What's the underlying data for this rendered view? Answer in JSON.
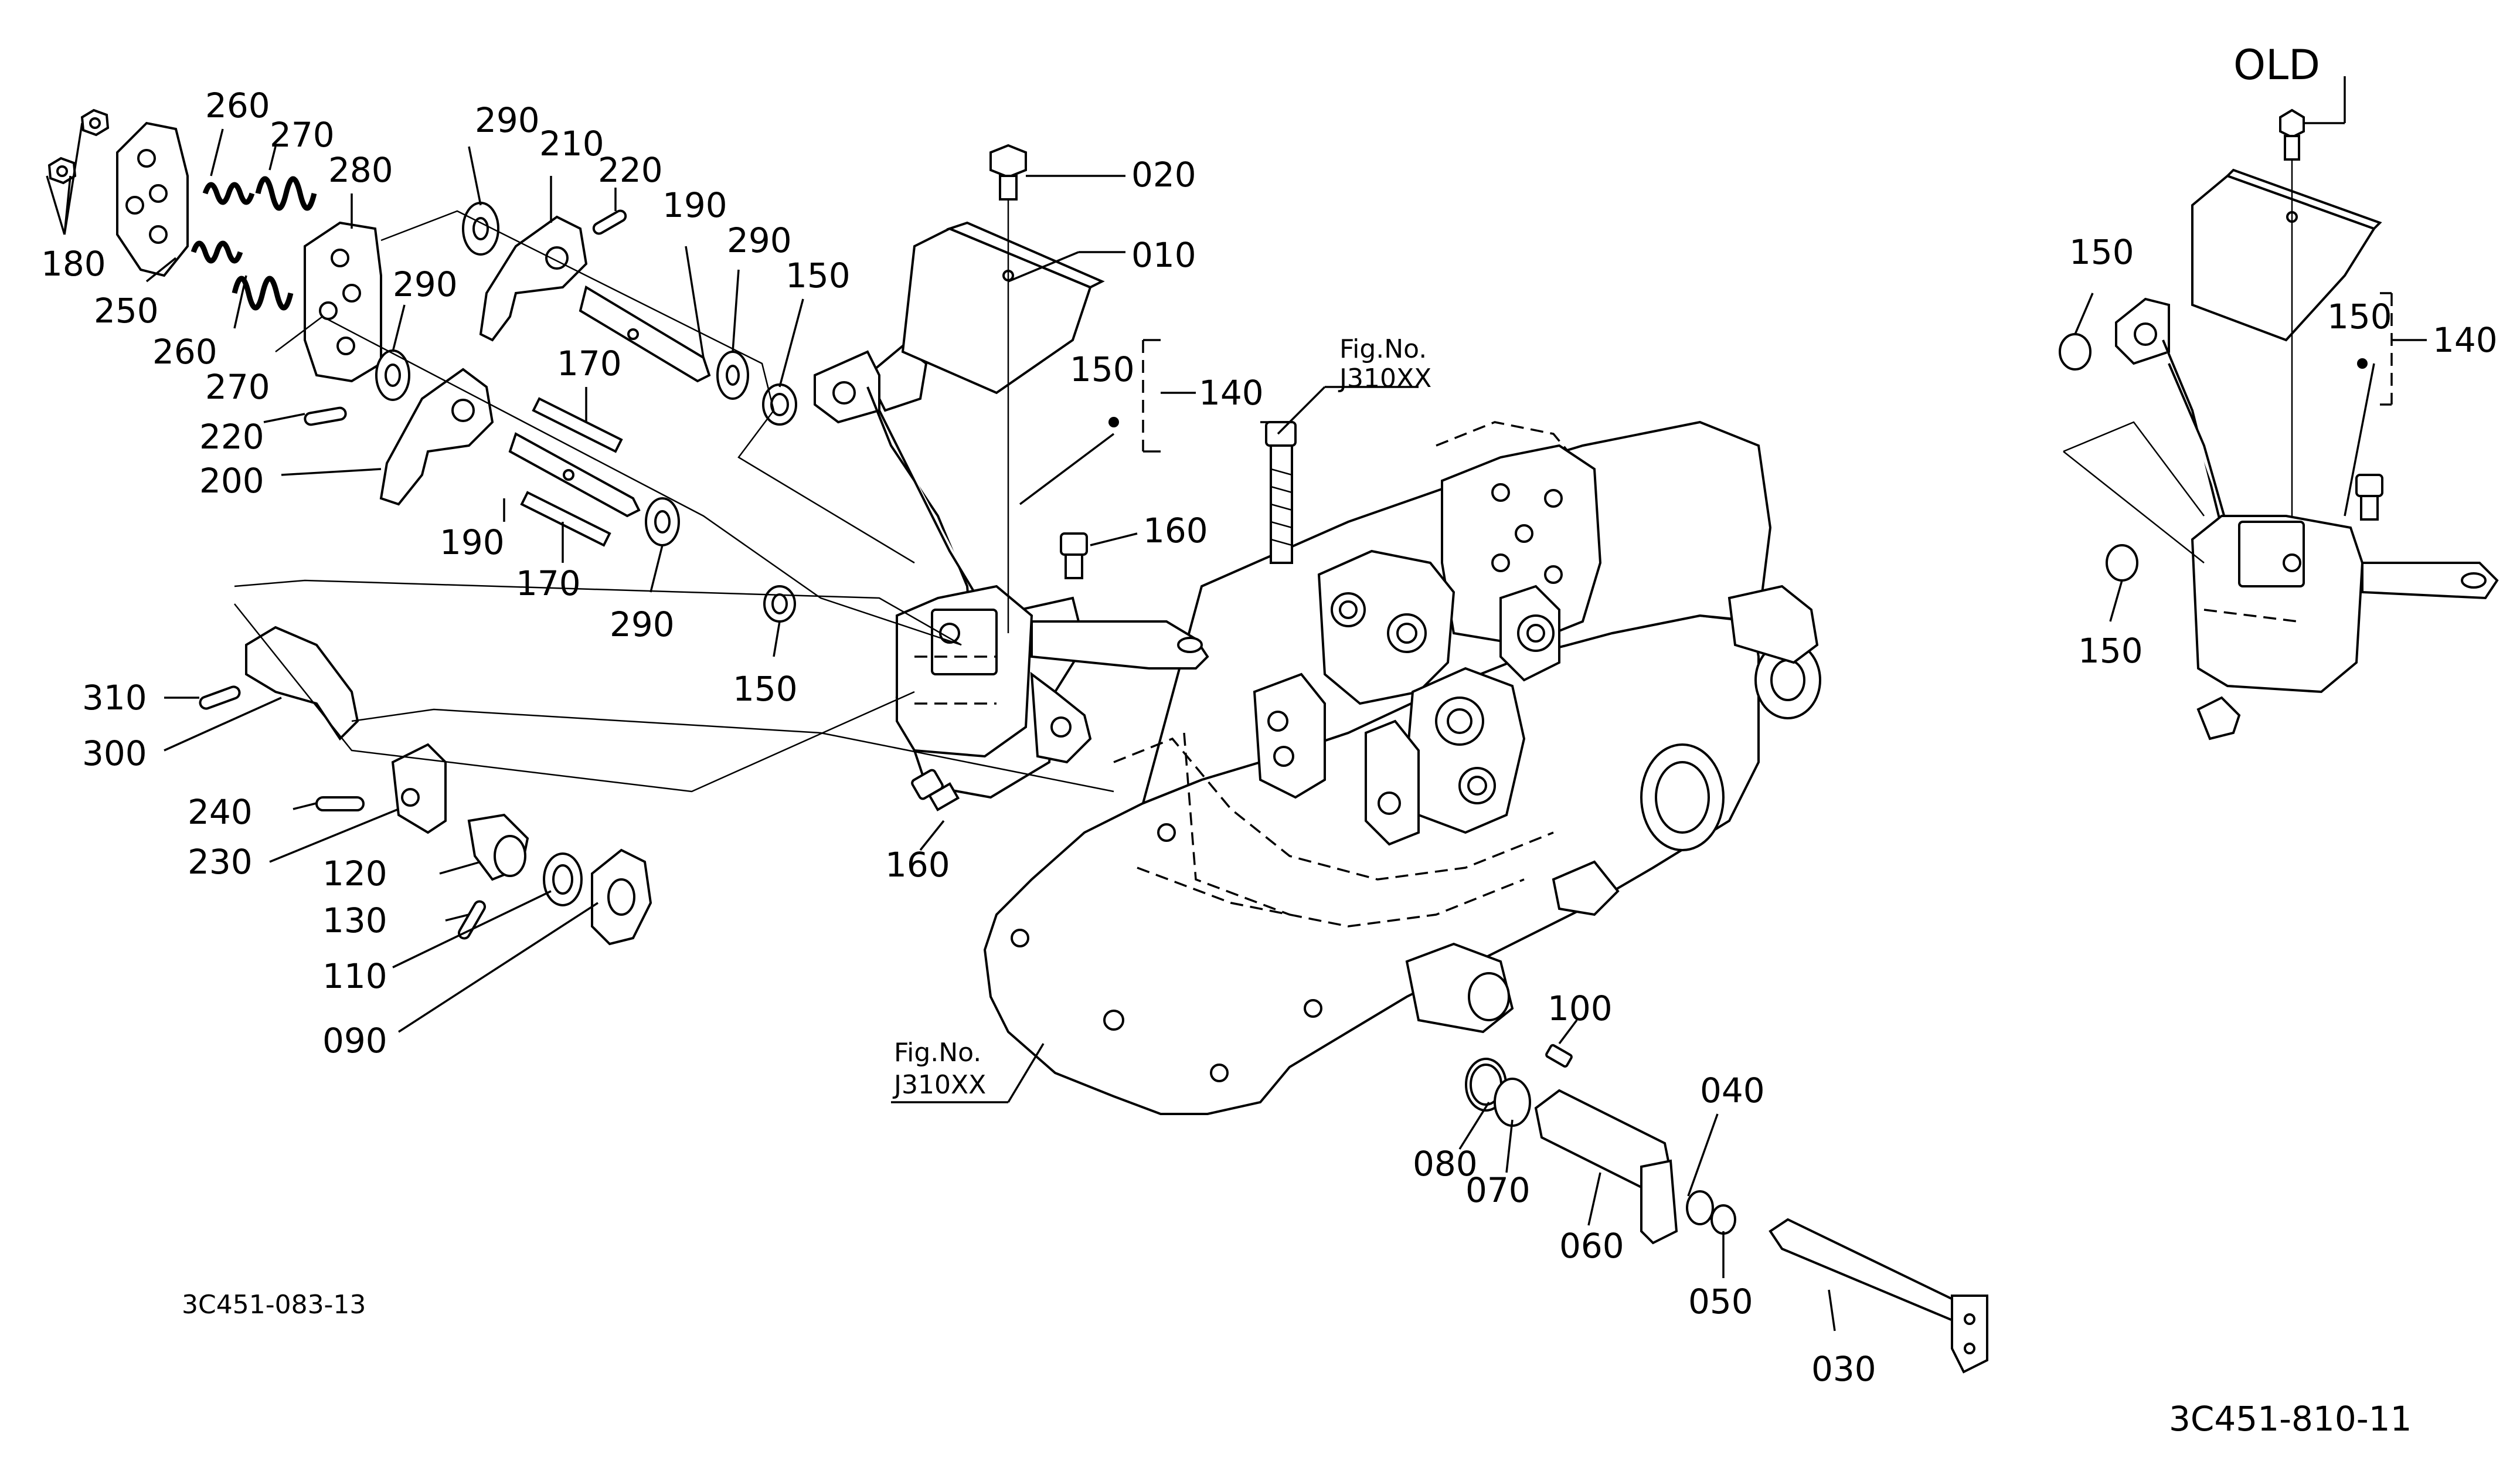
{
  "diagram": {
    "title": "OLD",
    "drawing_number": "3C451-810-11",
    "sub_drawing_number": "3C451-083-13",
    "figure_refs": [
      "Fig.No.\nJ310XX",
      "Fig.No.\nJ310XX"
    ],
    "labels": {
      "p010": "010",
      "p020": "020",
      "p030": "030",
      "p040": "040",
      "p050": "050",
      "p060": "060",
      "p070": "070",
      "p080": "080",
      "p090": "090",
      "p100": "100",
      "p110": "110",
      "p120": "120",
      "p130": "130",
      "p140": "140",
      "p150": "150",
      "p160": "160",
      "p170": "170",
      "p180": "180",
      "p190": "190",
      "p200": "200",
      "p210": "210",
      "p220": "220",
      "p230": "230",
      "p240": "240",
      "p250": "250",
      "p260": "260",
      "p270": "270",
      "p280": "280",
      "p290": "290",
      "p300": "300",
      "p310": "310"
    },
    "fig_ref": {
      "line1": "Fig.No.",
      "line2": "J310XX"
    }
  }
}
